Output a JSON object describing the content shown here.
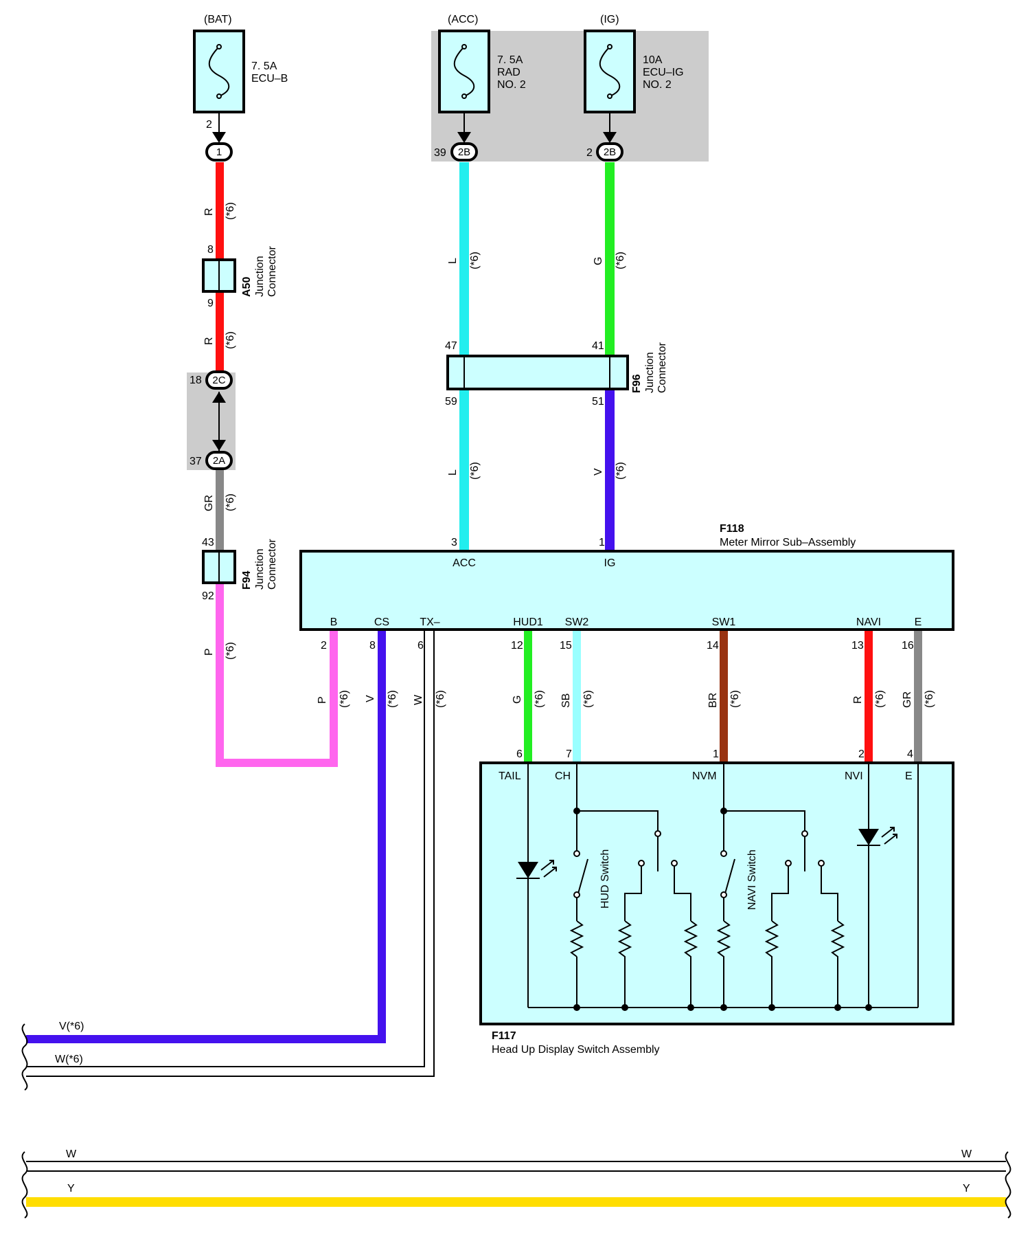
{
  "fuses": {
    "bat": {
      "source": "(BAT)",
      "rating": "7. 5A",
      "name": "ECU–B",
      "pin": "2"
    },
    "acc": {
      "source": "(ACC)",
      "rating": "7. 5A",
      "name1": "RAD",
      "name2": "NO. 2"
    },
    "ig": {
      "source": "(IG)",
      "rating": "10A",
      "name1": "ECU–IG",
      "name2": "NO. 2"
    }
  },
  "connectors": {
    "c1": {
      "label": "1"
    },
    "c2b_acc": {
      "label": "2B",
      "pin": "39"
    },
    "c2b_ig": {
      "label": "2B",
      "pin": "2"
    },
    "c2c": {
      "label": "2C",
      "pin": "18"
    },
    "c2a": {
      "label": "2A",
      "pin": "37"
    }
  },
  "junctions": {
    "a50": {
      "code": "A50",
      "line1": "Junction",
      "line2": "Connector",
      "pin_in": "8",
      "pin_out": "9"
    },
    "f94": {
      "code": "F94",
      "line1": "Junction",
      "line2": "Connector",
      "pin_in": "43",
      "pin_out": "92"
    },
    "f96": {
      "code": "F96",
      "line1": "Junction",
      "line2": "Connector",
      "pin_in_l": "47",
      "pin_in_r": "41",
      "pin_out_l": "59",
      "pin_out_r": "51"
    }
  },
  "wire_labels": {
    "r1": "R",
    "r2": "R",
    "gr_left": "GR",
    "p_left": "P",
    "l_top": "L",
    "g_top": "G",
    "l_mid": "L",
    "v_mid": "V",
    "b_p": "P",
    "cs_v": "V",
    "tx_w": "W",
    "hud_g": "G",
    "sw2_sb": "SB",
    "sw1_br": "BR",
    "navi_r": "R",
    "e_gr": "GR",
    "harness_v": "V(*6)",
    "harness_w": "W(*6)",
    "bottom_w_left": "W",
    "bottom_w_right": "W",
    "bottom_y_left": "Y",
    "bottom_y_right": "Y",
    "note": "(*6)"
  },
  "f118": {
    "code": "F118",
    "name": "Meter Mirror Sub–Assembly",
    "top_terms": [
      {
        "name": "ACC",
        "pin": "3"
      },
      {
        "name": "IG",
        "pin": "1"
      }
    ],
    "bottom_terms": [
      {
        "name": "B",
        "pin": "2"
      },
      {
        "name": "CS",
        "pin": "8"
      },
      {
        "name": "TX–",
        "pin": "6"
      },
      {
        "name": "HUD1",
        "pin": "12"
      },
      {
        "name": "SW2",
        "pin": "15"
      },
      {
        "name": "SW1",
        "pin": "14"
      },
      {
        "name": "NAVI",
        "pin": "13"
      },
      {
        "name": "E",
        "pin": "16"
      }
    ]
  },
  "f117": {
    "code": "F117",
    "name": "Head Up Display Switch Assembly",
    "terms": [
      {
        "name": "TAIL",
        "pin": "6"
      },
      {
        "name": "CH",
        "pin": "7"
      },
      {
        "name": "NVM",
        "pin": "1"
      },
      {
        "name": "NVI",
        "pin": "2"
      },
      {
        "name": "E",
        "pin": "4"
      }
    ],
    "hud_switch": "HUD Switch",
    "navi_switch": "NAVI Switch"
  },
  "colors": {
    "red": "#ff1010",
    "cyan": "#22eeee",
    "green": "#22ee22",
    "violet": "#4411ee",
    "pink": "#ff66ee",
    "gray": "#888888",
    "sky": "#99ffff",
    "brown": "#993311",
    "yellow": "#ffdd00",
    "box_fill": "#ccffff",
    "shade": "#cccccc"
  }
}
